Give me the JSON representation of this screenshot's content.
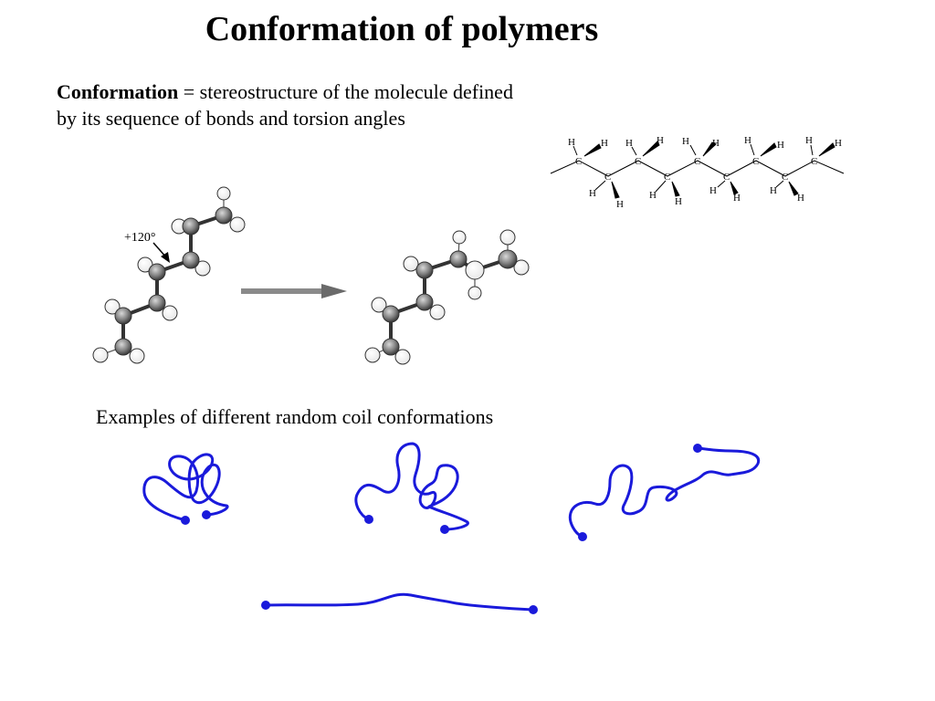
{
  "slide": {
    "title": "Conformation of polymers",
    "definition_term": "Conformation",
    "definition_eq": " = ",
    "definition_text_line1": "stereostructure of the molecule defined",
    "definition_text_line2": "by its sequence of bonds and torsion angles",
    "caption": "Examples of different random coil conformations"
  },
  "chain_diagram": {
    "carbon": "C",
    "hydrogen": "H"
  },
  "rotation_diagram": {
    "angle_label": "+120°"
  },
  "colors": {
    "coil_blue": "#1a1adb",
    "atom_gray": "#8a8a8a"
  }
}
